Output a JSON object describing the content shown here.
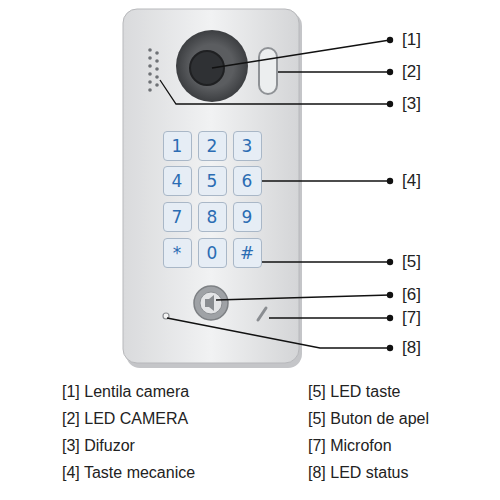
{
  "diagram": {
    "nodes": [
      {
        "text": [
          "1"
        ]
      },
      {
        "text": [
          "2"
        ]
      },
      {
        "text": [
          "3"
        ]
      },
      {
        "text": [
          "4"
        ]
      },
      {
        "text": [
          "5"
        ]
      },
      {
        "text": [
          "6"
        ]
      },
      {
        "text": [
          "7"
        ]
      },
      {
        "text": [
          "8"
        ]
      },
      {
        "text": [
          "9"
        ]
      },
      {
        "text": [
          "*"
        ]
      },
      {
        "text": [
          "0"
        ]
      },
      {
        "text": [
          "#"
        ]
      }
    ],
    "labels": [
      "[1]",
      "[2]",
      "[3]",
      "[4]",
      "[5]",
      "[6]",
      "[7]",
      "[8]",
      "[1] Lentila camera",
      "[5] LED taste",
      "[2] LED CAMERA",
      "[5] Buton de apel",
      "[3] Difuzor",
      "[7] Microfon",
      "[4] Taste mecanice",
      "[8] LED status"
    ]
  }
}
